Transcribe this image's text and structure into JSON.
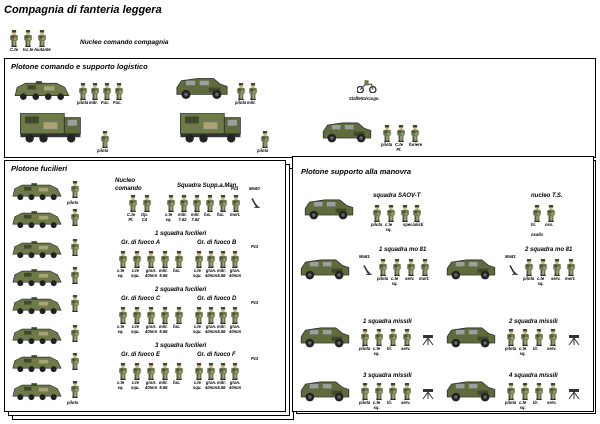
{
  "company_title": "Compagnia di fanteria leggera",
  "hq": {
    "label": "Nucleo comando compagnia",
    "roles": [
      "C.te",
      "V.c.te",
      "Aiutante"
    ]
  },
  "platoon_logistics": {
    "title": "Plotone comando e supporto logistico",
    "roles_row1": [
      "pilota",
      "mitr.",
      "Fuc.",
      "Fuc."
    ],
    "roles_row2": [
      "pilota",
      "mitr."
    ],
    "courier": "Staffetta/rcogn.",
    "truck1_label": "pilota",
    "truck2_label": "pilota",
    "hq_roles": [
      "pilota",
      "C.te\nPl.",
      "furiere"
    ]
  },
  "platoon_rifle": {
    "title": "Plotone fucilieri",
    "vehicle_label": "pilota",
    "command_label": "Nucleo\ncomando",
    "command_roles": [
      "C.te\nPl.",
      "Op.\nC4"
    ],
    "support_squad": "Squadra Supp.a.Man.",
    "support_roles": [
      "c.te\nsq.",
      "mitr.\n7.62",
      "mitr.\n7.62",
      "fuc.",
      "fuc.",
      "mort."
    ],
    "support_weapons": [
      "Pz3",
      "Mo60"
    ],
    "squads": [
      {
        "title": "1 squadra fucilieri",
        "left": "Gr. di fuoco A",
        "right": "Gr. di fuoco B",
        "weapon": "Pz3"
      },
      {
        "title": "2 squadra fucilieri",
        "left": "Gr. di fuoco C",
        "right": "Gr. di fuoco D",
        "weapon": "Pz3"
      },
      {
        "title": "3 squadra fucilieri",
        "left": "Gr. di fuoco E",
        "right": "Gr. di fuoco F",
        "weapon": "Pz3"
      }
    ],
    "team_roles_left": [
      "c.te\nsq.",
      "c.te\nsqu.",
      "gran.\n40mm",
      "mitr.\n5.56",
      "fuc."
    ],
    "team_roles_right": [
      "c.te\nsqu.",
      "gran.\n40mm",
      "mitr.\n5.56",
      "gran.\n40mm"
    ]
  },
  "platoon_support": {
    "title": "Plotone supporto alla manovra",
    "saov": {
      "title": "squadra SAOV-T",
      "roles": [
        "pilota",
        "c.te\nsq.",
        "specialisti"
      ]
    },
    "ts": {
      "title": "nucleo T.S.",
      "roles": [
        "tir.",
        "oss."
      ],
      "extra": "osallo"
    },
    "mo81_1": {
      "title": "1 squadra mo 81",
      "weapon": "Mo81",
      "roles": [
        "pilota",
        "c.te\nsq.",
        "serv.",
        "mort."
      ]
    },
    "mo81_2": {
      "title": "2 squadra mo 81",
      "weapon": "Mo81",
      "roles": [
        "pilota",
        "c.te\nsq.",
        "serv.",
        "mort."
      ]
    },
    "missili": [
      {
        "title": "1 squadra missili",
        "roles": [
          "pilota",
          "c.te\nsq.",
          "tir.",
          "serv."
        ]
      },
      {
        "title": "2 squadra missili",
        "roles": [
          "pilota",
          "c.te\nsq.",
          "tir.",
          "serv."
        ]
      },
      {
        "title": "3 squadra missili",
        "roles": [
          "pilota",
          "c.te\nsq.",
          "tir.",
          "serv."
        ]
      },
      {
        "title": "4 squadra missili",
        "roles": [
          "pilota",
          "c.te\nsq.",
          "tir.",
          "serv."
        ]
      }
    ]
  },
  "colors": {
    "camo_dark": "#3f4a2c",
    "camo_mid": "#6e7a4a",
    "camo_light": "#a8a478",
    "skin": "#d9b48c"
  }
}
